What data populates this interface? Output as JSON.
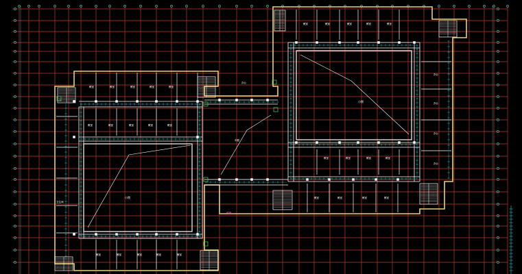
{
  "drawing": {
    "background": "#000000",
    "colors": {
      "grid": "#c0392b",
      "axis_dim": "#3fd0d0",
      "wall": "#e8d27a",
      "wall_inner": "#ffffff",
      "column": "#ffffff",
      "dim_tick": "#2fc7c7",
      "dim_text": "#2fc7c7",
      "stair": "#ffffff",
      "room_text": "#ffffff",
      "diag": "#ffffff",
      "accent_green": "#4cd964",
      "accent_magenta": "#ff66cc"
    },
    "room_labels": {
      "courtyard_left": "小院",
      "courtyard_right": "小院",
      "hall_center": "中庭",
      "classroom": "教室",
      "office": "办公",
      "stair": "楼梯",
      "toilet": "卫生间",
      "ramp": "坡道"
    },
    "icons": {
      "stair": "stair-icon",
      "column": "column-icon",
      "dim": "dimension-tick-icon"
    }
  }
}
